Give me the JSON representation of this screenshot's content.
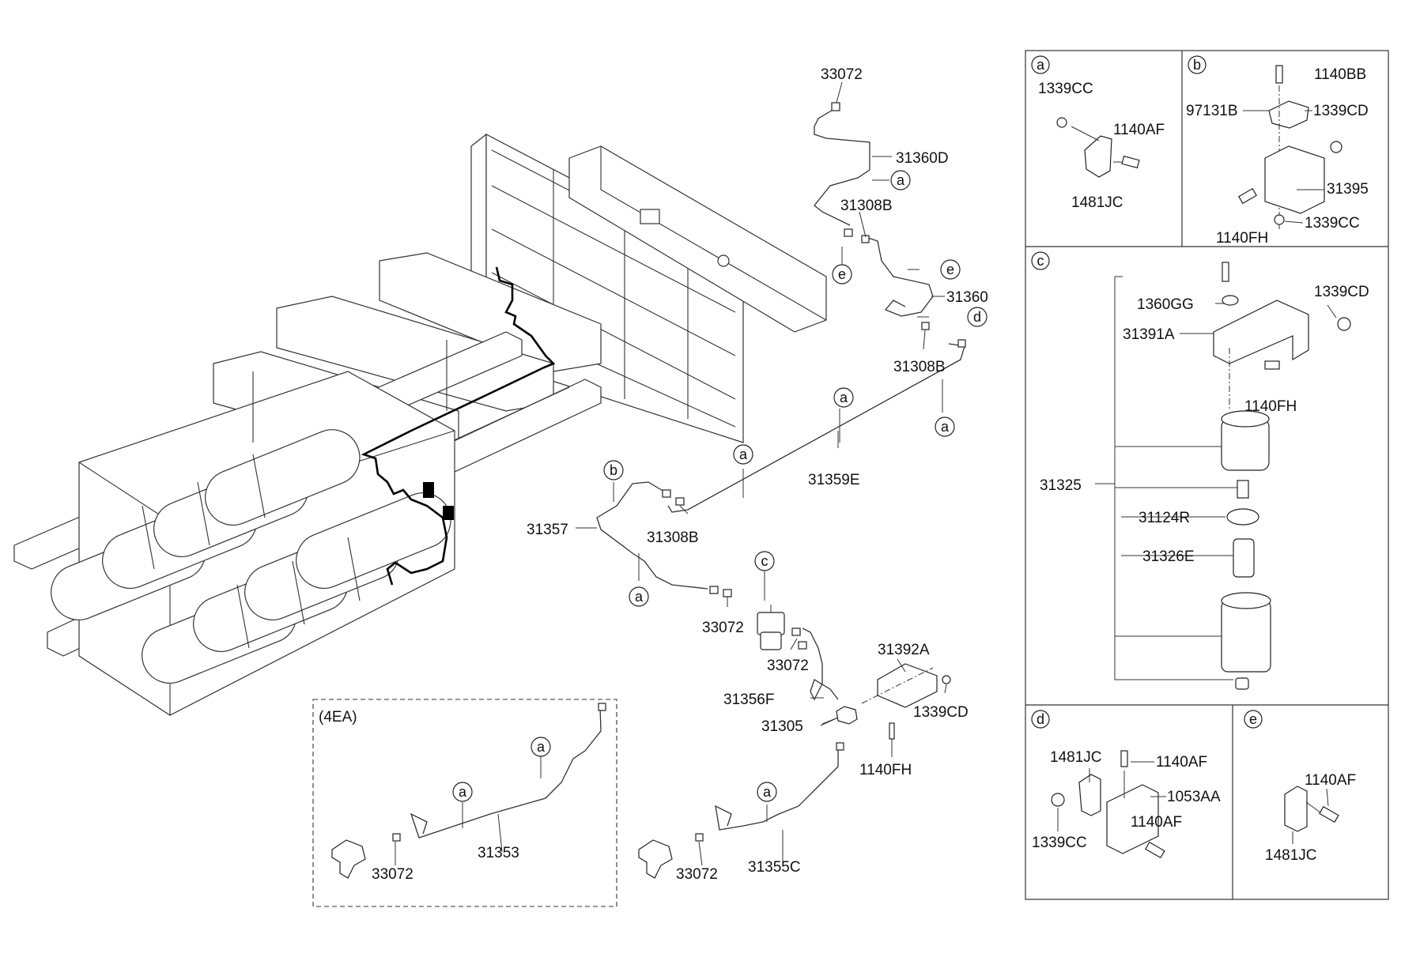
{
  "boxes": {
    "a": {
      "marker": "a",
      "labels": [
        "1339CC",
        "1140AF",
        "1481JC"
      ]
    },
    "b": {
      "marker": "b",
      "labels": [
        "1140BB",
        "97131B",
        "1339CD",
        "31395",
        "1140FH",
        "1339CC"
      ]
    },
    "c": {
      "marker": "c",
      "labels": [
        "1339CD",
        "1360GG",
        "31391A",
        "1140FH",
        "31325",
        "31124R",
        "31326E"
      ]
    },
    "d": {
      "marker": "d",
      "labels": [
        "1481JC",
        "1140AF",
        "1053AA",
        "1140AF",
        "1339CC"
      ]
    },
    "e": {
      "marker": "e",
      "labels": [
        "1140AF",
        "1481JC"
      ]
    }
  },
  "callouts": {
    "c33072_top": "33072",
    "c31360D": "31360D",
    "c31308B_a": "31308B",
    "c31360": "31360",
    "c31308B_b": "31308B",
    "c31359E": "31359E",
    "c31357": "31357",
    "c31308B_c": "31308B",
    "c33072_mid": "33072",
    "c33072_mid2": "33072",
    "c31356F": "31356F",
    "c31392A": "31392A",
    "c31305": "31305",
    "c1339CD_main": "1339CD",
    "c1140FH_main": "1140FH",
    "c31353": "31353",
    "c33072_left": "33072",
    "c31355C": "31355C",
    "c33072_right": "33072",
    "c4EA": "(4EA)"
  },
  "markers": {
    "m_a1": "a",
    "m_e1": "e",
    "m_e2": "e",
    "m_d1": "d",
    "m_a2": "a",
    "m_a3": "a",
    "m_a4": "a",
    "m_b1": "b",
    "m_a5": "a",
    "m_c1": "c",
    "m_a6": "a",
    "m_a7": "a",
    "m_a8": "a"
  }
}
